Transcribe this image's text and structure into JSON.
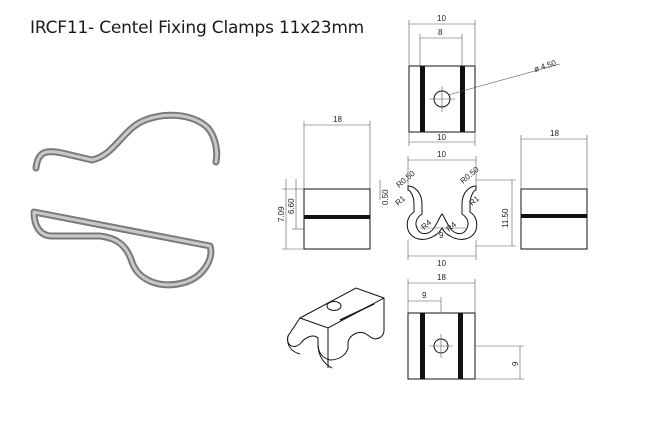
{
  "title": "IRCF11- Centel Fixing Clamps 11x23mm",
  "dimensions": {
    "top_width_outer": "10",
    "top_width_inner": "8",
    "hole_diameter": "ø 4.50",
    "top_bottom_width": "10",
    "left_width": "18",
    "right_width": "18",
    "center_top": "10",
    "center_bottom": "10",
    "r050_left": "R0.50",
    "r050_right": "R0.50",
    "r1_left": "R1",
    "r1_right": "R1",
    "r4_left": "R4",
    "r4_right": "R4",
    "inner_width": "9",
    "height_total": "11.50",
    "side_height_outer": "7.09",
    "side_height_inner": "6.60",
    "thickness": "0.50",
    "bottom_width": "18",
    "bottom_hole_offset": "9",
    "bottom_height": "9"
  }
}
